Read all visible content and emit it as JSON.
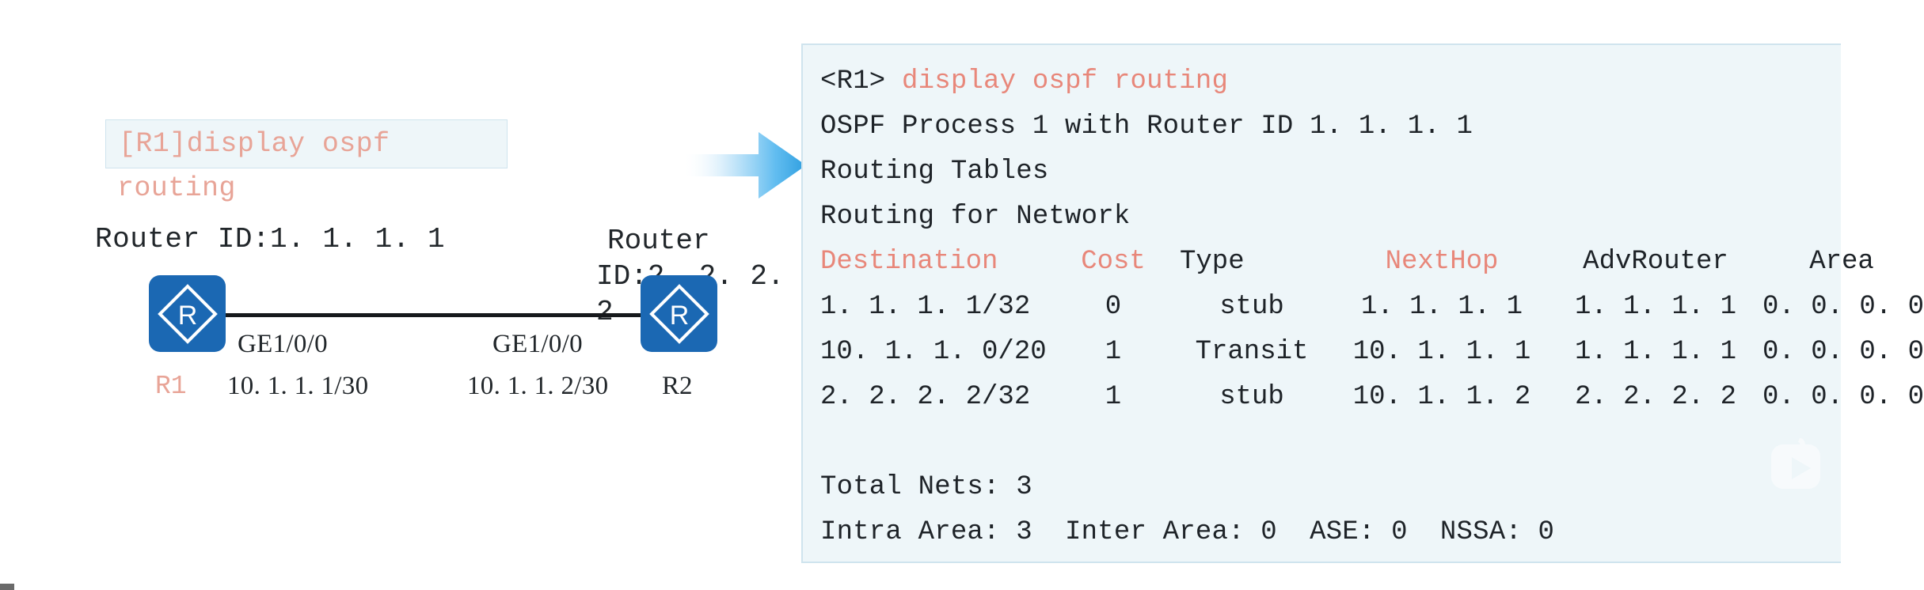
{
  "diagram": {
    "command_box": {
      "line1": "[R1]display ospf",
      "line2": "routing"
    },
    "left_router": {
      "router_id_label": "Router ID:1. 1. 1. 1",
      "node_name": "R1",
      "interface_name": "GE1/0/0",
      "interface_address": "10. 1. 1. 1/30",
      "icon": "router-icon"
    },
    "right_router": {
      "router_id_line1": "Router",
      "router_id_line2": "ID:2. 2. 2. 2",
      "node_name": "R2",
      "interface_name": "GE1/0/0",
      "interface_address": "10. 1. 1. 2/30",
      "icon": "router-icon"
    },
    "arrow": "right-arrow-icon"
  },
  "terminal": {
    "prompt": "<R1>",
    "command": "display ospf routing",
    "lines": [
      "OSPF Process 1 with Router ID 1. 1. 1. 1",
      "Routing Tables",
      "Routing for Network"
    ],
    "table": {
      "headers": [
        "Destination",
        "Cost",
        "Type",
        "NextHop",
        "AdvRouter",
        "Area"
      ],
      "rows": [
        [
          "1. 1. 1. 1/32",
          "0",
          "stub",
          "1. 1. 1. 1",
          "1. 1. 1. 1",
          "0. 0. 0. 0"
        ],
        [
          "10. 1. 1. 0/20",
          "1",
          "Transit",
          "10. 1. 1. 1",
          "1. 1. 1. 1",
          "0. 0. 0. 0"
        ],
        [
          "2. 2. 2. 2/32",
          "1",
          "stub",
          "10. 1. 1. 2",
          "2. 2. 2. 2",
          "0. 0. 0. 0"
        ]
      ]
    },
    "summary": {
      "total_nets": "Total Nets: 3",
      "areas": "Intra Area: 3  Inter Area: 0  ASE: 0  NSSA: 0"
    },
    "watermark": "app-logo-watermark"
  },
  "colors": {
    "panel_bg": "#eef6f9",
    "panel_border": "#cfe4ee",
    "accent_red": "#e8877a",
    "router_blue": "#1b68b3",
    "arrow_blue": "#3aa9e8",
    "text_dark": "#1e2328"
  }
}
